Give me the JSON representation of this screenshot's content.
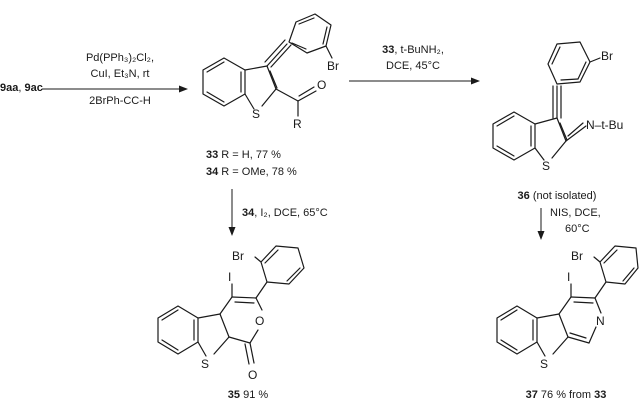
{
  "start_material": {
    "part1": "9aa",
    "sep": ", ",
    "part2": "9ac"
  },
  "step1": {
    "line1": "Pd(PPh₃)₂Cl₂,",
    "line2": "CuI, Et₃N, rt",
    "line3": "2BrPh-CC-H"
  },
  "compounds": {
    "c33_34": {
      "r_atom": "R",
      "line1_num": "33",
      "line1_text": " R = H, 77 %",
      "line2_num": "34",
      "line2_text": " R = OMe, 78 %"
    },
    "c36": {
      "num": "36",
      "text": " (not isolated)",
      "imine": "N–t-Bu"
    },
    "c35": {
      "num": "35",
      "text": " 91 %"
    },
    "c37": {
      "num": "37",
      "text": " 76 % from ",
      "ref": "33"
    }
  },
  "step2": {
    "reagent_num": "33",
    "reagent_text": ", t-BuNH₂,",
    "line2": "DCE, 45°C"
  },
  "step3": {
    "reagent_num": "34",
    "reagent_text": ", I₂, DCE, 65°C"
  },
  "step4": {
    "line1": "NIS, DCE,",
    "line2": "60°C"
  },
  "atoms": {
    "S": "S",
    "Br": "Br",
    "O": "O",
    "N": "N",
    "I": "I"
  }
}
